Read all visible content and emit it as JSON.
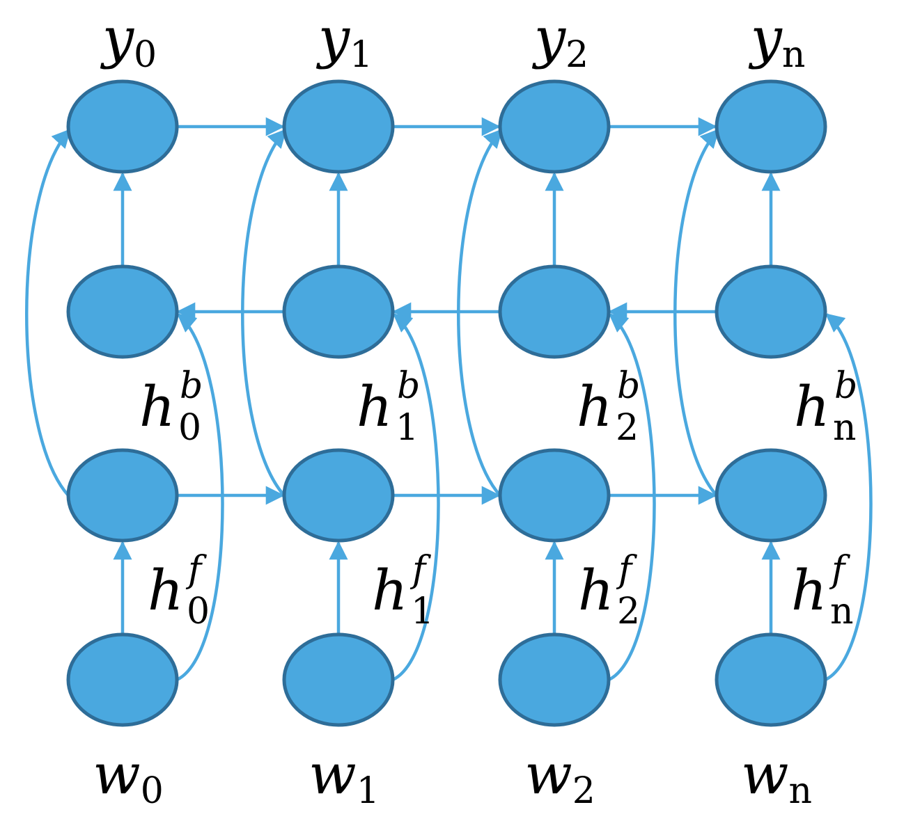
{
  "columns": [
    {
      "output": {
        "base": "y",
        "sub": "0"
      },
      "input": {
        "base": "w",
        "sub": "0"
      },
      "backward": {
        "base": "h",
        "sup": "b",
        "sub": "0"
      },
      "forward": {
        "base": "h",
        "sup": "f",
        "sub": "0"
      }
    },
    {
      "output": {
        "base": "y",
        "sub": "1"
      },
      "input": {
        "base": "w",
        "sub": "1"
      },
      "backward": {
        "base": "h",
        "sup": "b",
        "sub": "1"
      },
      "forward": {
        "base": "h",
        "sup": "f",
        "sub": "1"
      }
    },
    {
      "output": {
        "base": "y",
        "sub": "2"
      },
      "input": {
        "base": "w",
        "sub": "2"
      },
      "backward": {
        "base": "h",
        "sup": "b",
        "sub": "2"
      },
      "forward": {
        "base": "h",
        "sup": "f",
        "sub": "2"
      }
    },
    {
      "output": {
        "base": "y",
        "sub": "n"
      },
      "input": {
        "base": "w",
        "sub": "n"
      },
      "backward": {
        "base": "h",
        "sup": "b",
        "sub": "n"
      },
      "forward": {
        "base": "h",
        "sup": "f",
        "sub": "n"
      }
    }
  ],
  "colors": {
    "node_fill": "#4aa8df",
    "node_stroke": "#2e6d98",
    "edge": "#4aa8df",
    "text": "#000000"
  }
}
